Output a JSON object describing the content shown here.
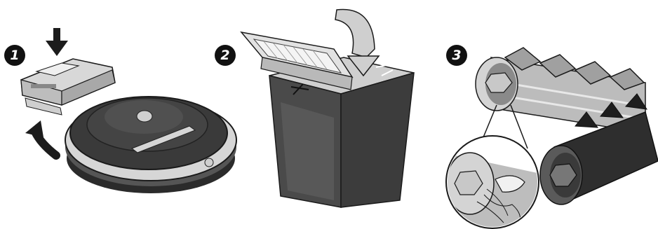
{
  "steps": [
    {
      "number": "1"
    },
    {
      "number": "2"
    },
    {
      "number": "3"
    }
  ],
  "colors": {
    "outline": "#1a1a1a",
    "dark_body": "#3a3a3a",
    "mid_gray": "#8c8c8c",
    "light_gray": "#d4d4d4",
    "arrow": "#1c1c1c"
  },
  "icons": {
    "step1_illustration": "robot-vacuum-bin-removal-icon",
    "step2_illustration": "bin-filter-removal-icon",
    "step3_illustration": "brush-rollers-hair-cleaning-icon"
  }
}
